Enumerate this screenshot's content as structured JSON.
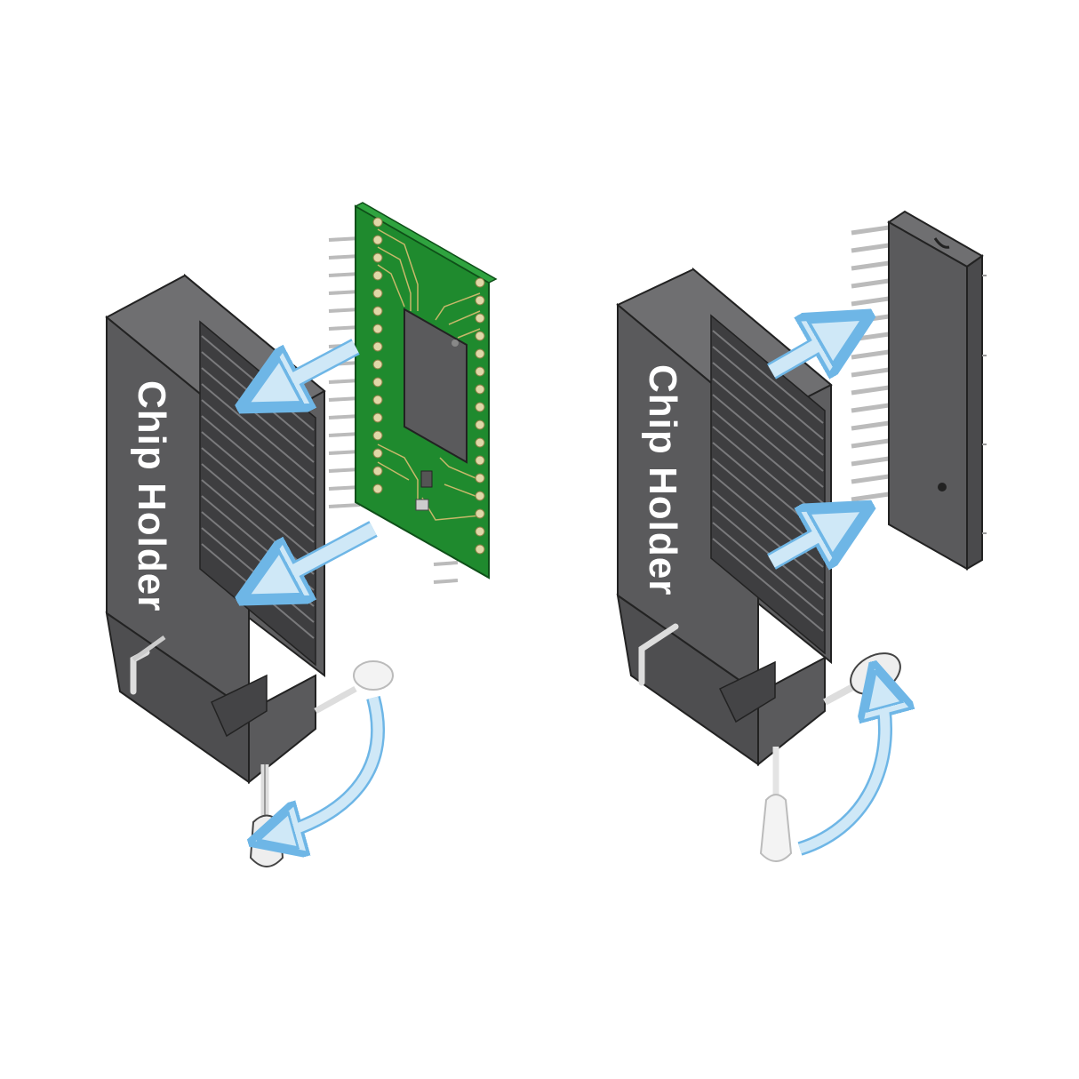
{
  "left_panel": {
    "holder_label": "Chip Holder",
    "insert_module": "pcb-adapter",
    "lever_state": "closing"
  },
  "right_panel": {
    "holder_label": "Chip Holder",
    "insert_module": "dip-chip",
    "lever_state": "opening"
  },
  "colors": {
    "holder_body": "#5e5e60",
    "holder_dark": "#3e3e40",
    "holder_light": "#767678",
    "pcb_green": "#1f8a2e",
    "pcb_trace": "#c8b86a",
    "chip_body": "#5a5a5c",
    "arrow_fill": "#cfe8f7",
    "arrow_stroke": "#6eb6e6",
    "lever_white": "#eeeeee"
  }
}
